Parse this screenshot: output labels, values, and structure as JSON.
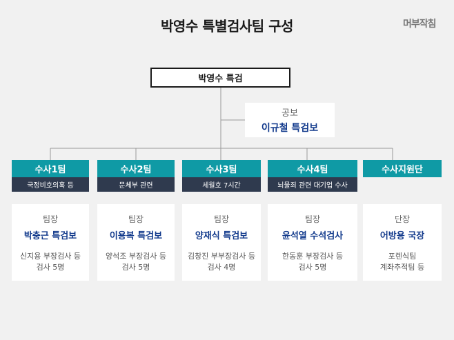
{
  "title": "박영수 특별검사팀 구성",
  "brand": "머부작침",
  "special_prosecutor": "박영수 특검",
  "pr": {
    "role": "공보",
    "name": "이규철 특검보"
  },
  "teams": [
    {
      "name": "수사1팀",
      "task": "국정비호의혹 등",
      "role": "팀장",
      "leader": "박충근 특검보",
      "members": [
        "신지용 부장검사 등",
        "검사 5명"
      ]
    },
    {
      "name": "수사2팀",
      "task": "문체부 관련",
      "role": "팀장",
      "leader": "이용복 특검보",
      "members": [
        "양석조 부장검사 등",
        "검사 5명"
      ]
    },
    {
      "name": "수사3팀",
      "task": "세월호 7시간",
      "role": "팀장",
      "leader": "양재식 특검보",
      "members": [
        "김창진 부부장검사 등",
        "검사 4명"
      ]
    },
    {
      "name": "수사4팀",
      "task": "뇌물죄 관련 대기업 수사",
      "role": "팀장",
      "leader": "윤석열 수석검사",
      "members": [
        "한동훈 부장검사 등",
        "검사 5명"
      ]
    },
    {
      "name": "수사지원단",
      "task": "",
      "role": "단장",
      "leader": "어방용 국장",
      "members": [
        "포렌식팀",
        "계좌추적팀 등"
      ]
    }
  ],
  "colors": {
    "team_header": "#0f9aa5",
    "team_sub": "#2f3a4e",
    "name_text": "#123a8c",
    "background": "#f1f1f1"
  }
}
